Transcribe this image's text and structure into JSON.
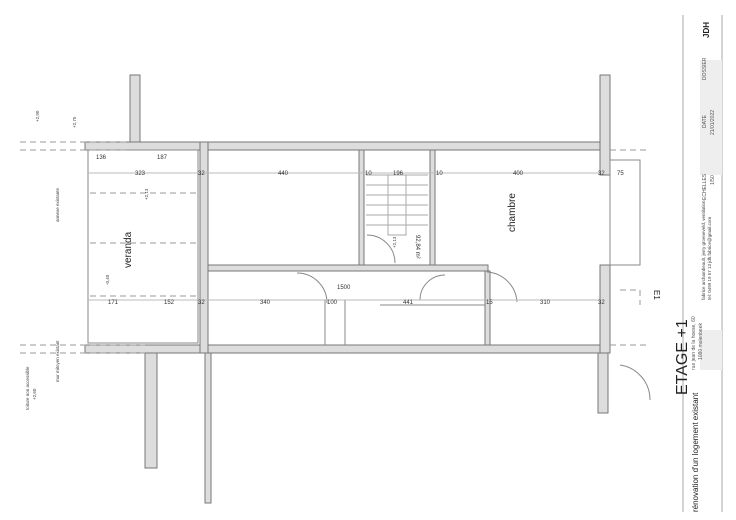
{
  "plan": {
    "rooms": {
      "veranda": "veranda",
      "chambre": "chambre"
    },
    "area": "92,84 m²",
    "dimensions": {
      "d136": "136",
      "d187": "187",
      "d323": "323",
      "d32a": "32",
      "d440": "440",
      "d10a": "10",
      "d196": "196",
      "d10b": "10",
      "d400": "400",
      "d32b": "32",
      "d75": "75",
      "d171": "171",
      "d152": "152",
      "d32c": "32",
      "d340": "340",
      "d100": "100",
      "d1500": "1500",
      "d441": "441",
      "d15": "15",
      "d310": "310",
      "d32d": "32"
    },
    "levels": {
      "l1": "+2,90",
      "l2": "+2,75",
      "l3": "+2,13",
      "l4": "+2,13",
      "l5": "-0,40",
      "l6": "+2,60"
    },
    "notes": {
      "n1": "annexe existante",
      "n2": "mur mitoyen existant",
      "n3": "toiture non accessible"
    },
    "section_mark": "E1"
  },
  "title_block": {
    "sheet_title": "ETAGE +1",
    "project": "rénovation d'un logement existant",
    "address1": "rue jean de la hoese, 60",
    "address2": "1080 molenbeek",
    "architect1": "fabrice archambeault, jerry groeneveld, ventilation",
    "architect2": "tel: 0499 19 57 13  jdh.fabrice@gmail.com",
    "echelles_label": "ECHELLES",
    "echelles_value": "1/50",
    "date_label": "DATE",
    "date_value": "21/01/2022",
    "dossier_label": "DOSSIER",
    "initials": "JDH"
  }
}
